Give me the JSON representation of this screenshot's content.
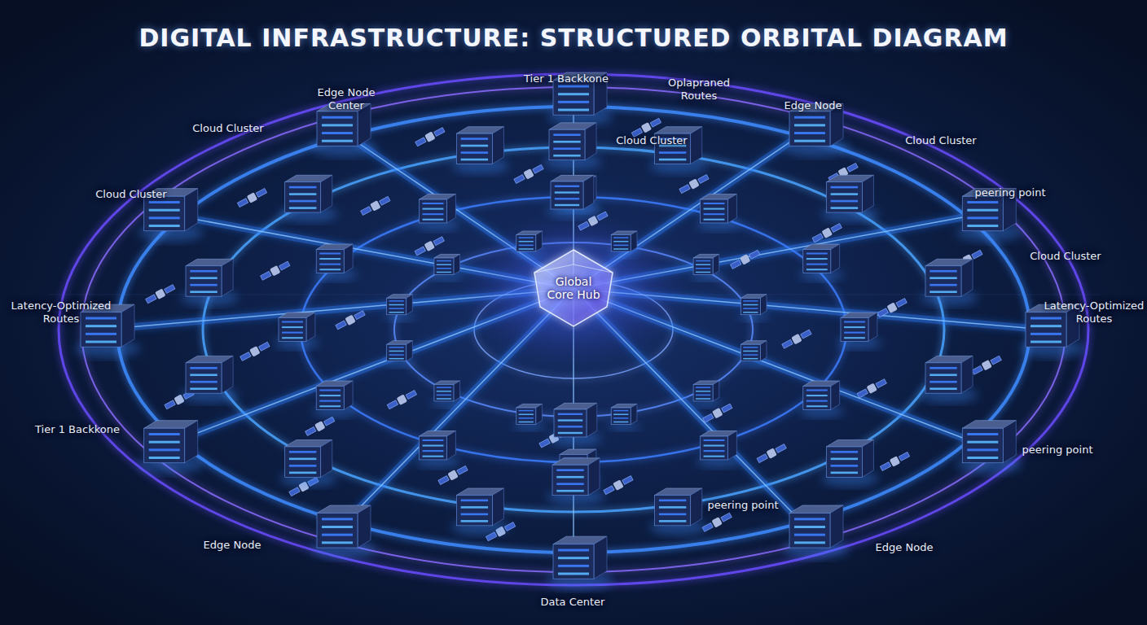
{
  "diagram": {
    "title": "DIGITAL INFRASTRUCTURE: STRUCTURED ORBITAL DIAGRAM",
    "nodes": [
      {
        "text": [
          "Global Core Hub"
        ]
      }
    ],
    "labels": [
      "Tier 1 Backkone",
      "Oplapraned Routes",
      "Edge Node Center",
      "Edge Node",
      "Cloud Cluster",
      "Cloud Cluster",
      "Cloud Cluster",
      "Cloud Cluster",
      "peering point",
      "Cloud Cluster",
      "Latency-Optimized Routes",
      "Latency-Optimized Routes",
      "Tier 1 Backkone",
      "peering point",
      "peering point",
      "Edge Node",
      "Edge Node",
      "Data Center"
    ]
  }
}
